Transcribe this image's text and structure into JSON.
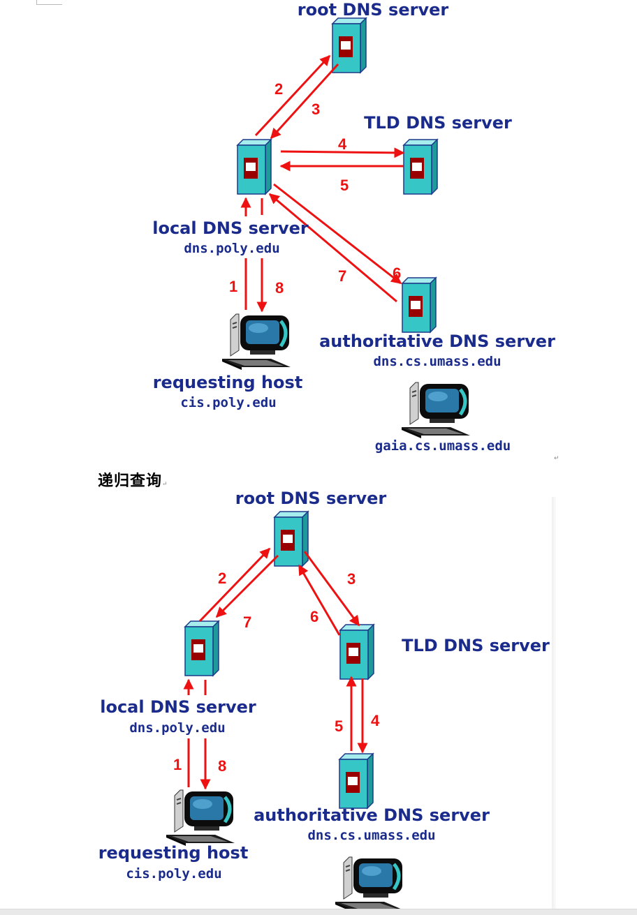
{
  "iterative": {
    "root_label": "root DNS server",
    "tld_label": "TLD DNS server",
    "local_label": "local DNS server",
    "local_host": "dns.poly.edu",
    "requesting_label": "requesting host",
    "requesting_host": "cis.poly.edu",
    "auth_label": "authoritative DNS server",
    "auth_host": "dns.cs.umass.edu",
    "target_host": "gaia.cs.umass.edu",
    "steps": [
      "1",
      "2",
      "3",
      "4",
      "5",
      "6",
      "7",
      "8"
    ]
  },
  "caption": "递归查询",
  "recursive": {
    "root_label": "root DNS server",
    "tld_label": "TLD DNS server",
    "local_label": "local DNS server",
    "local_host": "dns.poly.edu",
    "requesting_label": "requesting host",
    "requesting_host": "cis.poly.edu",
    "auth_label": "authoritative DNS server",
    "auth_host": "dns.cs.umass.edu",
    "steps": [
      "1",
      "2",
      "3",
      "4",
      "5",
      "6",
      "7",
      "8"
    ]
  },
  "colors": {
    "arrow": "#ee1111",
    "label": "#1a2b8c",
    "server_body": "#36c6c6",
    "server_panel": "#990000"
  }
}
